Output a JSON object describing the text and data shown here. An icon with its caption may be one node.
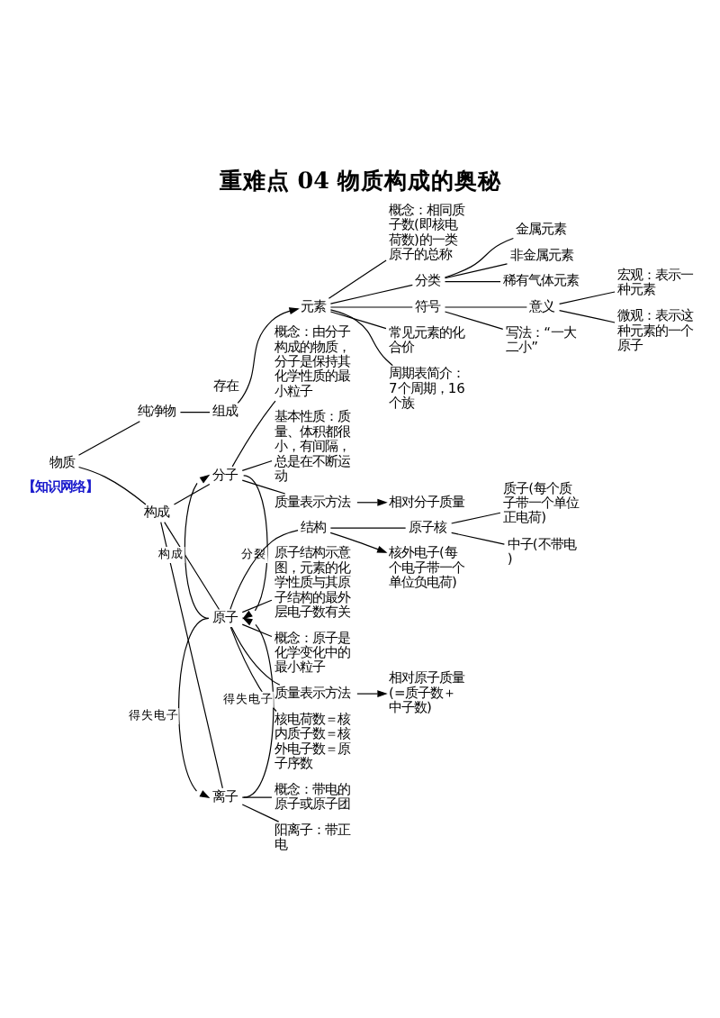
{
  "diagram": {
    "title": "重难点 04 物质构成的奥秘",
    "nodes": [
      {
        "text": [
          "概念：相同质子数(即核电荷数)的一类原子的总称"
        ]
      },
      {
        "text": [
          "金属元素"
        ]
      },
      {
        "text": [
          "分类"
        ]
      },
      {
        "text": [
          "非金属元素"
        ]
      },
      {
        "text": [
          "稀有气体元素"
        ]
      },
      {
        "text": [
          "组成"
        ]
      },
      {
        "text": [
          "元素"
        ]
      },
      {
        "text": [
          "意义"
        ]
      },
      {
        "text": [
          "宏观：表示一种元素"
        ]
      },
      {
        "text": [
          "微观：表示这种元素的一个原子"
        ]
      },
      {
        "text": [
          "符号"
        ]
      },
      {
        "text": [
          "写法：“一大二小”"
        ]
      },
      {
        "text": [
          "常见元素的化合价"
        ]
      },
      {
        "text": [
          "周期表简介：7个周期，16个族"
        ]
      },
      {
        "text": [
          "纯净物"
        ]
      },
      {
        "text": [
          "概念：由分子构成的物质，分子是保持其化学性质的最小粒子"
        ]
      },
      {
        "text": [
          "分子"
        ]
      },
      {
        "text": [
          "基本性质：质量、体积都很小，有间隔，总是在不断运动"
        ]
      },
      {
        "text": [
          "质量表示方法"
        ]
      },
      {
        "text": [
          "相对分子质量"
        ]
      },
      {
        "text": [
          "原子核"
        ]
      },
      {
        "text": [
          "质子(每个质子带一个单位正电荷)"
        ]
      },
      {
        "text": [
          "结构"
        ]
      },
      {
        "text": [
          "中子(不带电)"
        ]
      },
      {
        "text": [
          "物质"
        ]
      },
      {
        "text": [
          "构成"
        ]
      },
      {
        "text": [
          "原子"
        ]
      },
      {
        "text": [
          "核外电子(每个电子带一个单位负电荷)"
        ]
      },
      {
        "text": [
          "原子结构示意图，元素的化学性质与其原子结构的最外层电子数有关"
        ]
      },
      {
        "text": [
          "概念：原子是化学变化中的最小粒子"
        ]
      },
      {
        "text": [
          "质量表示方法"
        ]
      },
      {
        "text": [
          "相对原子质量(=质子数＋中子数)"
        ]
      },
      {
        "text": [
          "核电荷数＝核内质子数＝核外电子数＝原子序数"
        ]
      },
      {
        "text": [
          "概念：带电的原子或原子团"
        ]
      },
      {
        "text": [
          "离子"
        ]
      },
      {
        "text": [
          "阳离子：带正电"
        ]
      }
    ],
    "edges": [
      {
        "from": 24,
        "to": 14,
        "arrow": "none"
      },
      {
        "from": 24,
        "to": 25,
        "arrow": "none"
      },
      {
        "from": 14,
        "to": 5,
        "arrow": "none"
      },
      {
        "from": 5,
        "to": 6,
        "arrow": "to"
      },
      {
        "from": 6,
        "to": 0,
        "arrow": "none"
      },
      {
        "from": 6,
        "to": 2,
        "arrow": "none"
      },
      {
        "from": 2,
        "to": 1,
        "arrow": "none"
      },
      {
        "from": 2,
        "to": 3,
        "arrow": "none"
      },
      {
        "from": 2,
        "to": 4,
        "arrow": "none"
      },
      {
        "from": 6,
        "to": 10,
        "arrow": "none"
      },
      {
        "from": 10,
        "to": 7,
        "arrow": "none"
      },
      {
        "from": 7,
        "to": 8,
        "arrow": "none"
      },
      {
        "from": 7,
        "to": 9,
        "arrow": "none"
      },
      {
        "from": 10,
        "to": 11,
        "arrow": "none"
      },
      {
        "from": 6,
        "to": 12,
        "arrow": "none"
      },
      {
        "from": 6,
        "to": 13,
        "arrow": "none"
      },
      {
        "from": 25,
        "to": 16,
        "arrow": "none"
      },
      {
        "from": 25,
        "to": 26,
        "arrow": "none"
      },
      {
        "from": 25,
        "to": 34,
        "arrow": "none"
      },
      {
        "from": 16,
        "to": 15,
        "arrow": "none"
      },
      {
        "from": 16,
        "to": 17,
        "arrow": "none"
      },
      {
        "from": 16,
        "to": 18,
        "arrow": "none"
      },
      {
        "from": 18,
        "to": 19,
        "arrow": "to"
      },
      {
        "from": 26,
        "to": 16,
        "arrow": "to",
        "label": "构成"
      },
      {
        "from": 16,
        "to": 26,
        "arrow": "to",
        "label": "分裂"
      },
      {
        "from": 26,
        "to": 22,
        "arrow": "none"
      },
      {
        "from": 22,
        "to": 20,
        "arrow": "none"
      },
      {
        "from": 20,
        "to": 21,
        "arrow": "none"
      },
      {
        "from": 20,
        "to": 23,
        "arrow": "none"
      },
      {
        "from": 22,
        "to": 27,
        "arrow": "to"
      },
      {
        "from": 26,
        "to": 28,
        "arrow": "none"
      },
      {
        "from": 26,
        "to": 29,
        "arrow": "none"
      },
      {
        "from": 26,
        "to": 30,
        "arrow": "none"
      },
      {
        "from": 30,
        "to": 31,
        "arrow": "to"
      },
      {
        "from": 26,
        "to": 32,
        "arrow": "none"
      },
      {
        "from": 26,
        "to": 34,
        "arrow": "to",
        "label": "得失电子"
      },
      {
        "from": 34,
        "to": 26,
        "arrow": "to",
        "label": "得失电子"
      },
      {
        "from": 34,
        "to": 33,
        "arrow": "none"
      },
      {
        "from": 34,
        "to": 35,
        "arrow": "none"
      }
    ],
    "labels": [
      "【知识网络】",
      "存在"
    ]
  }
}
